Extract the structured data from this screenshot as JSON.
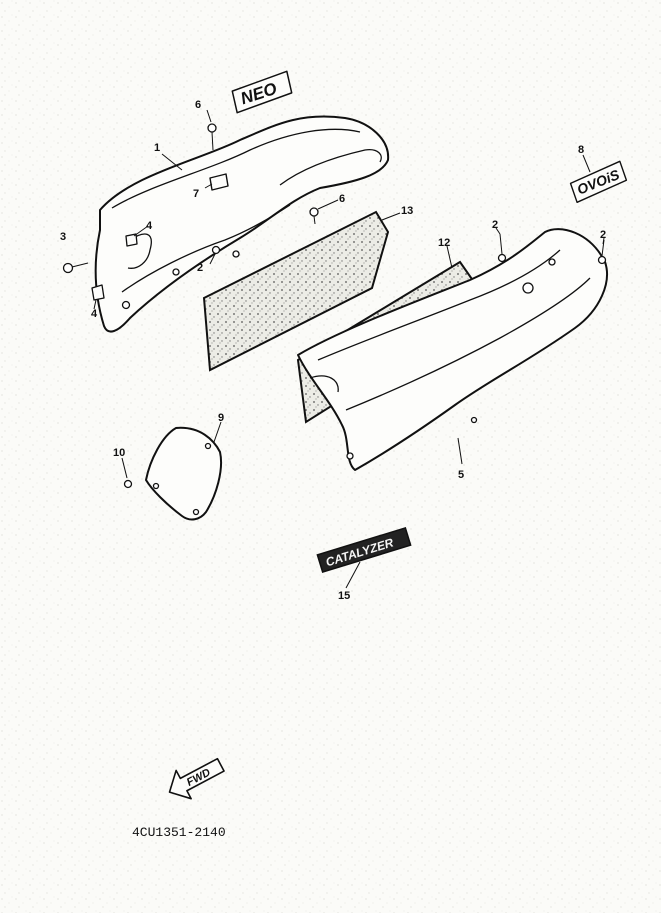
{
  "diagram": {
    "part_number": "4CU1351-2140",
    "callouts": [
      {
        "id": "c1",
        "label": "1"
      },
      {
        "id": "c2a",
        "label": "2"
      },
      {
        "id": "c2b",
        "label": "2"
      },
      {
        "id": "c2c",
        "label": "2"
      },
      {
        "id": "c3",
        "label": "3"
      },
      {
        "id": "c4a",
        "label": "4"
      },
      {
        "id": "c4b",
        "label": "4"
      },
      {
        "id": "c5",
        "label": "5"
      },
      {
        "id": "c6a",
        "label": "6"
      },
      {
        "id": "c6b",
        "label": "6"
      },
      {
        "id": "c7",
        "label": "7"
      },
      {
        "id": "c8",
        "label": "8"
      },
      {
        "id": "c9",
        "label": "9"
      },
      {
        "id": "c10",
        "label": "10"
      },
      {
        "id": "c12",
        "label": "12"
      },
      {
        "id": "c13",
        "label": "13"
      },
      {
        "id": "c15",
        "label": "15"
      }
    ],
    "decals": {
      "top_logo": "NEO",
      "side_logo": "OVOiS",
      "catalyzer": "CATALYZER",
      "fwd_arrow": "FWD"
    }
  }
}
